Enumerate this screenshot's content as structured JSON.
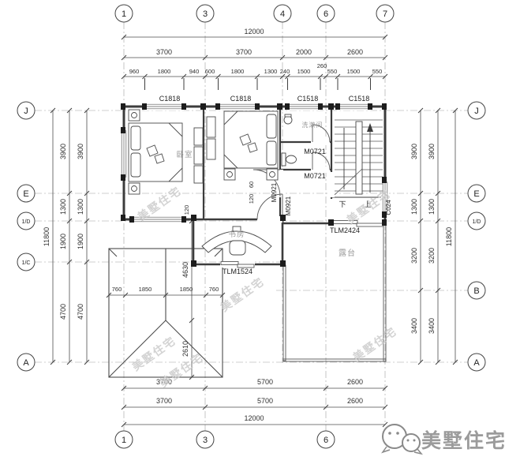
{
  "axes": {
    "top": [
      "1",
      "3",
      "4",
      "6",
      "7"
    ],
    "bottom": [
      "1",
      "3",
      "6"
    ],
    "left": [
      "J",
      "E",
      "1/D",
      "1/C",
      "A"
    ],
    "right": [
      "J",
      "E",
      "1/D",
      "B",
      "A"
    ]
  },
  "dims": {
    "total_width": "12000",
    "total_height": "11800",
    "top_major": [
      "3700",
      "3700",
      "2000",
      "2600"
    ],
    "top_minor": [
      "960",
      "1800",
      "940",
      "600",
      "1800",
      "1300",
      "240",
      "1500",
      "260",
      "550",
      "1500",
      "550"
    ],
    "left_rows": [
      "3900",
      "1300",
      "1900",
      "4700"
    ],
    "right_rows": [
      "3900",
      "1300",
      "3200",
      "3400"
    ],
    "bottom_major": [
      "3700",
      "5700",
      "2600"
    ],
    "roof_widths": [
      "760",
      "1850",
      "1850",
      "760"
    ],
    "roof_upper_h": "4630",
    "roof_lower_h": "2610",
    "offset_a": "120",
    "offset_b": "60"
  },
  "rooms": {
    "bedroom": "卧室",
    "study": "书房",
    "washroom": "洗漱间",
    "terrace": "露台"
  },
  "openings": {
    "c1818": "C1818",
    "c1518": "C1518",
    "c024": "C024",
    "m0721": "M0721",
    "m0921": "M0921",
    "tlm2424": "TLM2424",
    "tlm1524": "TLM1524"
  },
  "stairs": {
    "down": "下",
    "up": "上"
  },
  "watermark": {
    "text": "美墅住宅"
  },
  "brand": {
    "text": "美墅住宅"
  }
}
